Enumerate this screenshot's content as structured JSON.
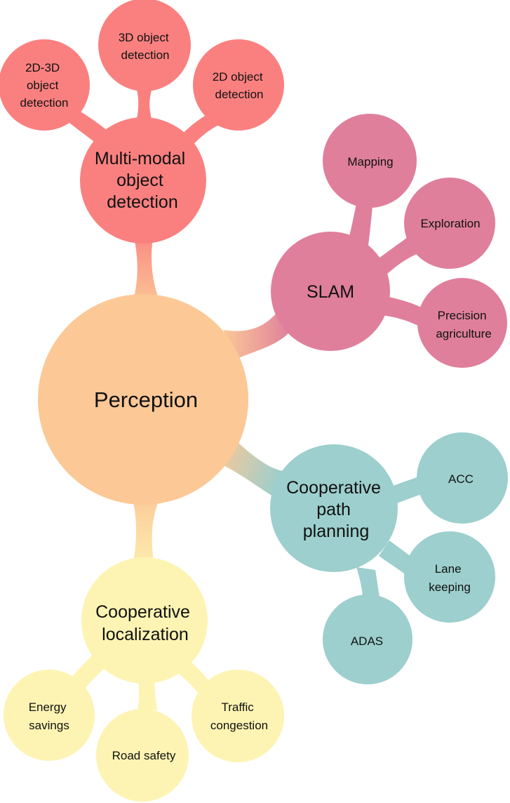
{
  "colors": {
    "perception": "#fbc896",
    "multimodal": "#fa8080",
    "slam": "#df7f9c",
    "path": "#9ccfcd",
    "localization": "#fdf4b3"
  },
  "center": {
    "label": "Perception"
  },
  "branches": {
    "multimodal": {
      "label": [
        "Multi-modal",
        "object",
        "detection"
      ],
      "children": [
        {
          "label": [
            "2D-3D",
            "object",
            "detection"
          ]
        },
        {
          "label": [
            "3D object",
            "detection"
          ]
        },
        {
          "label": [
            "2D object",
            "detection"
          ]
        }
      ]
    },
    "slam": {
      "label": [
        "SLAM"
      ],
      "children": [
        {
          "label": [
            "Mapping"
          ]
        },
        {
          "label": [
            "Exploration"
          ]
        },
        {
          "label": [
            "Precision",
            "agriculture"
          ]
        }
      ]
    },
    "path": {
      "label": [
        "Cooperative",
        "path",
        "planning"
      ],
      "children": [
        {
          "label": [
            "ACC"
          ]
        },
        {
          "label": [
            "Lane",
            "keeping"
          ]
        },
        {
          "label": [
            "ADAS"
          ]
        }
      ]
    },
    "localization": {
      "label": [
        "Cooperative",
        "localization"
      ],
      "children": [
        {
          "label": [
            "Energy",
            "savings"
          ]
        },
        {
          "label": [
            "Road safety"
          ]
        },
        {
          "label": [
            "Traffic",
            "congestion"
          ]
        }
      ]
    }
  }
}
